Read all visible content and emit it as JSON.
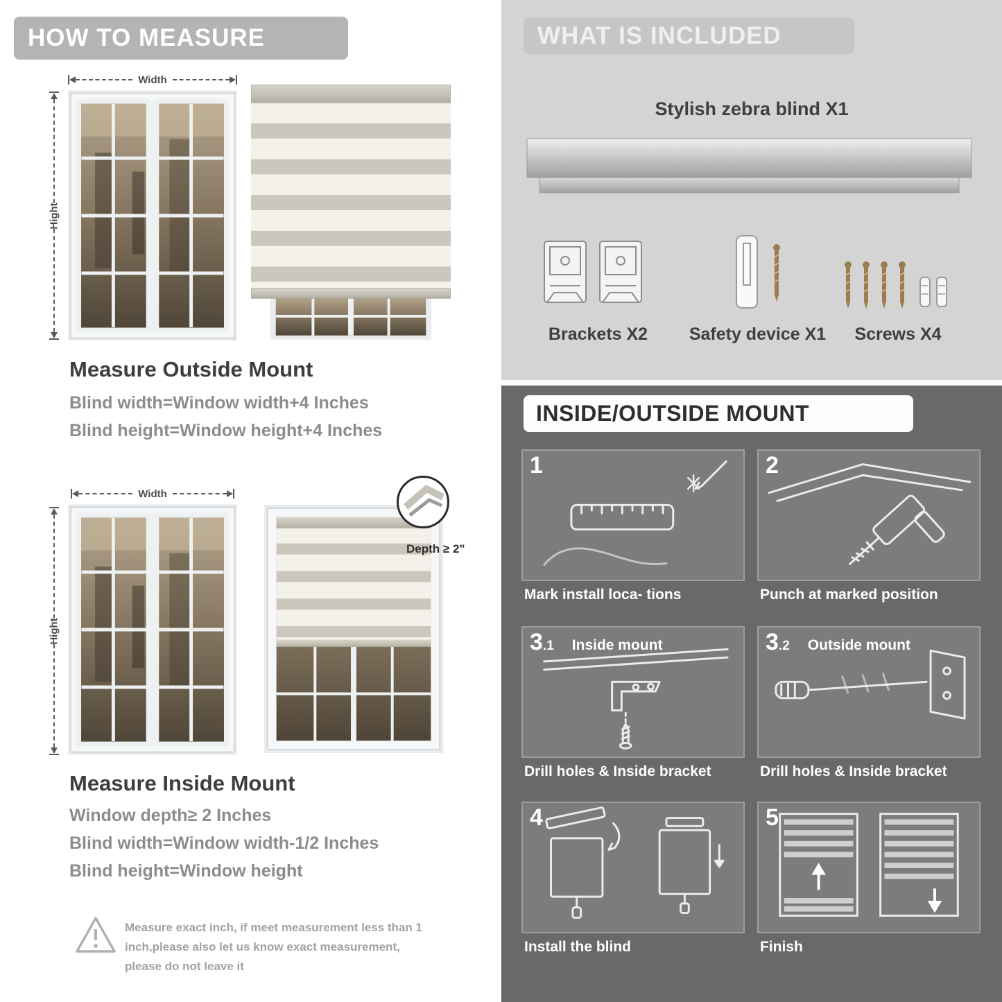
{
  "measure": {
    "header": "HOW TO MEASURE",
    "width_label": "Width",
    "height_label": "Hight",
    "depth_label": "Depth ≥ 2\"",
    "outside": {
      "title": "Measure Outside Mount",
      "lines": [
        "Blind width=Window width+4 Inches",
        "Blind height=Window height+4 Inches"
      ]
    },
    "inside": {
      "title": "Measure Inside Mount",
      "lines": [
        "Window depth≥ 2 Inches",
        "Blind width=Window width-1/2 Inches",
        "Blind height=Window height"
      ]
    },
    "note": "Measure exact inch, if meet measurement less than 1 inch,please also let us know exact measurement, please do not leave it"
  },
  "included": {
    "header": "WHAT IS INCLUDED",
    "product": "Stylish zebra blind X1",
    "items": [
      {
        "label": "Brackets X2"
      },
      {
        "label": "Safety device X1"
      },
      {
        "label": "Screws X4"
      }
    ]
  },
  "mount": {
    "header": "INSIDE/OUTSIDE MOUNT",
    "steps": [
      {
        "num": "1",
        "caption": "Mark install loca- tions"
      },
      {
        "num": "2",
        "caption": "Punch at  marked position"
      },
      {
        "num": "3",
        "sub": ".1",
        "label": "Inside mount",
        "caption": "Drill holes &  Inside bracket"
      },
      {
        "num": "3",
        "sub": ".2",
        "label": "Outside mount",
        "caption": "Drill holes &  Inside bracket"
      },
      {
        "num": "4",
        "caption": "Install the blind"
      },
      {
        "num": "5",
        "caption": "Finish"
      }
    ]
  },
  "colors": {
    "light_section_bg": "#d4d4d4",
    "dark_section_bg": "#696969",
    "header_gray": "#b4b4b4",
    "text_dark": "#3d3d3d",
    "text_gray": "#8c8c8c"
  }
}
